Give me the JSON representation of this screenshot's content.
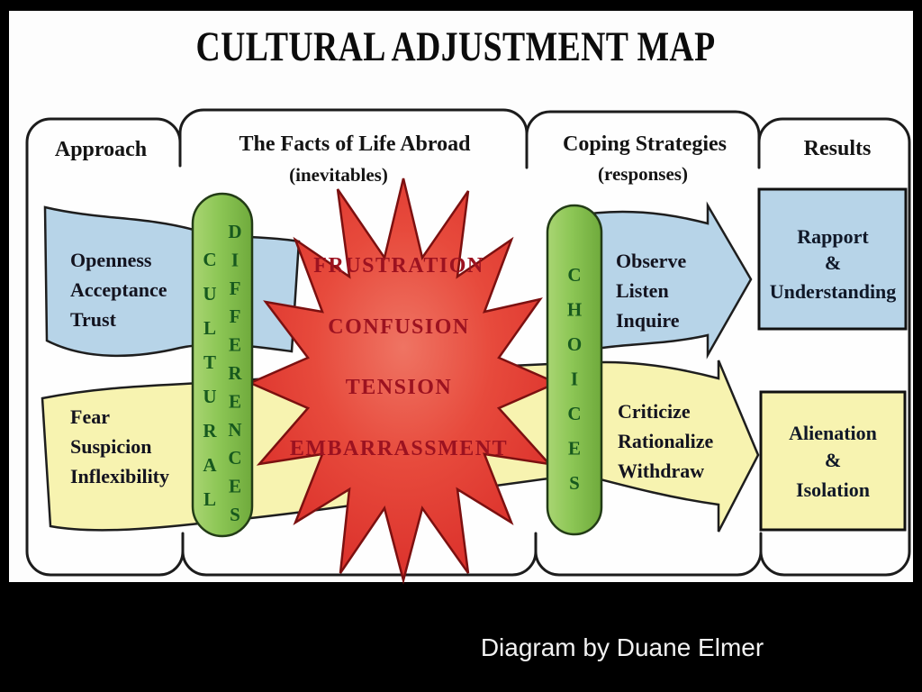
{
  "slide": {
    "title": "CULTURAL ADJUSTMENT MAP",
    "caption": "Diagram by Duane Elmer"
  },
  "columns": {
    "approach": {
      "label": "Approach"
    },
    "facts": {
      "label": "The Facts of Life Abroad",
      "sublabel": "(inevitables)"
    },
    "coping": {
      "label": "Coping Strategies",
      "sublabel": "(responses)"
    },
    "results": {
      "label": "Results"
    }
  },
  "approach": {
    "open_flag": {
      "lines": [
        "Openness",
        "Acceptance",
        "Trust"
      ]
    },
    "fear_flag": {
      "lines": [
        "Fear",
        "Suspicion",
        "Inflexibility"
      ]
    }
  },
  "facts": {
    "pill": {
      "word_left": "CULTURAL",
      "word_right": "DIFFERENCES"
    },
    "burst": {
      "words": [
        "FRUSTRATION",
        "CONFUSION",
        "TENSION",
        "EMBARRASSMENT"
      ]
    }
  },
  "coping": {
    "pill": {
      "word": "CHOICES"
    },
    "observe_arrow": {
      "lines": [
        "Observe",
        "Listen",
        "Inquire"
      ]
    },
    "criticize_arrow": {
      "lines": [
        "Criticize",
        "Rationalize",
        "Withdraw"
      ]
    }
  },
  "results": {
    "rapport_box": {
      "lines": [
        "Rapport",
        "&",
        "Understanding"
      ]
    },
    "alienation_box": {
      "lines": [
        "Alienation",
        "&",
        "Isolation"
      ]
    }
  },
  "colors": {
    "positive_blue": "#b7d4e8",
    "negative_yellow": "#f7f3b0",
    "pill_green": "#7db94a",
    "burst_red": "#e23c33",
    "burst_text_red": "#9c1220",
    "pill_text_green": "#17591e",
    "slide_black": "#000000"
  }
}
